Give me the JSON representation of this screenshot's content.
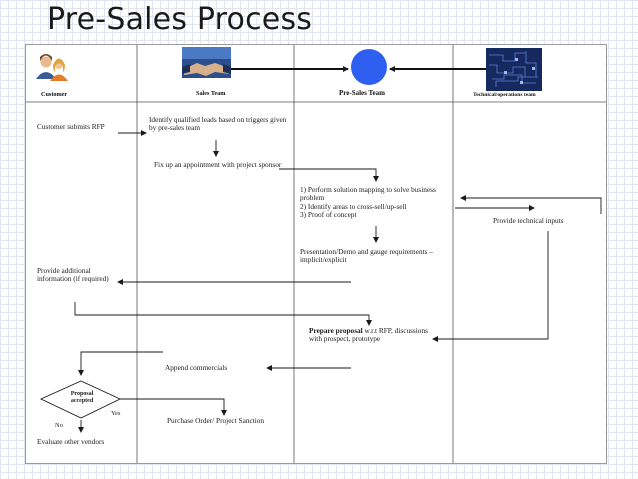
{
  "slide": {
    "title": "Pre-Sales Process"
  },
  "lanes": {
    "customer": "Customer",
    "sales": "Sales Team",
    "presales": "Pre-Sales Team",
    "technical": "Technical/operations team"
  },
  "icons": {
    "customer": "person-pair-icon",
    "sales": "handshake-icon",
    "presales": "blue-circle-icon",
    "technical": "circuit-board-icon"
  },
  "colors": {
    "presales_circle": "#2f5ff0",
    "line": "#1a1a1a",
    "title": "#1a1a1a"
  },
  "steps": {
    "customer_submits": "Customer submits RFP",
    "identify_leads": "Identify qualified leads based on triggers given by pre-sales team",
    "fix_appointment": "Fix up an appointment with project sponsor",
    "solution_mapping_1": "1) Perform solution mapping to solve business problem",
    "solution_mapping_2": "2) Identify areas to cross-sell/up-sell",
    "solution_mapping_3": "3) Proof of concept",
    "technical_inputs": "Provide technical inputs",
    "presentation_demo": "Presentation/Demo and gauge requirements – implicit/explicit",
    "provide_info": "Provide additional information (if required)",
    "prepare_proposal_bold": "Prepare proposal",
    "prepare_proposal_rest": "w.r.t RFP, discussions with prospect, prototype",
    "append_commercials": "Append commercials",
    "decision": "Proposal accepted",
    "yes": "Yes",
    "no": "No",
    "purchase_order": "Purchase Order/ Project Sanction",
    "evaluate_vendors": "Evaluate other vendors"
  }
}
